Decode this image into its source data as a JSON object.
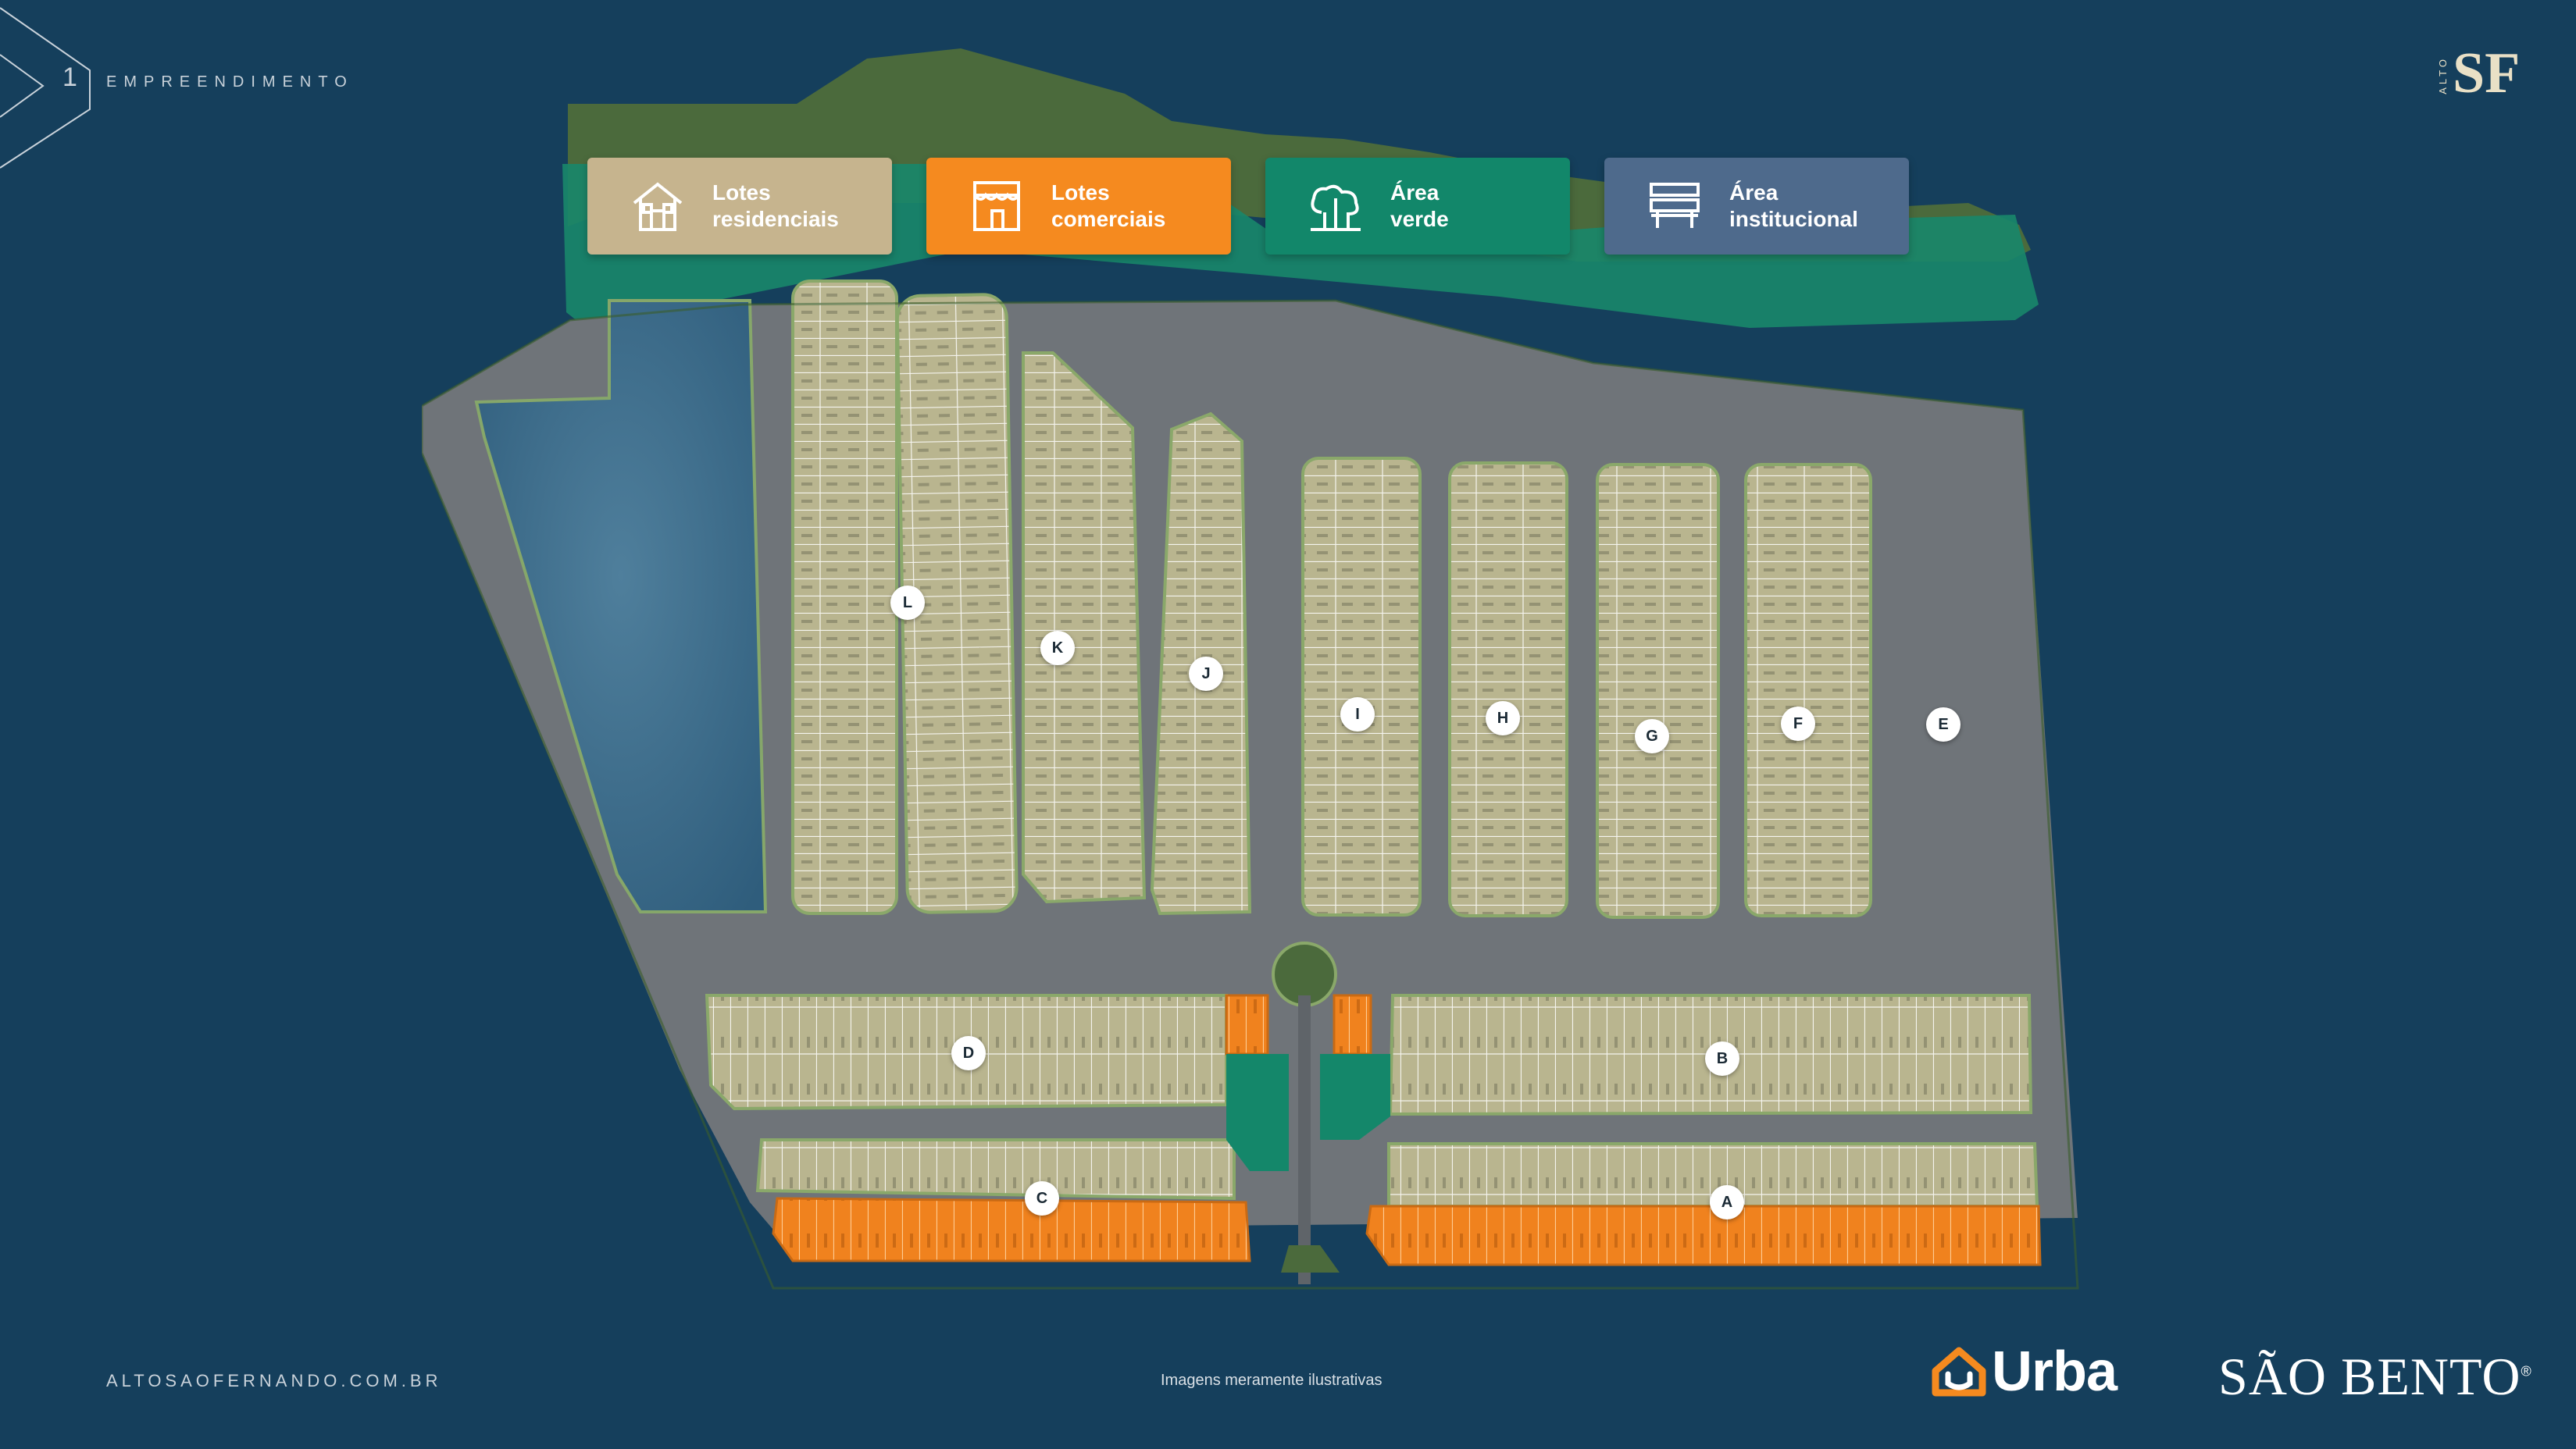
{
  "header": {
    "section_number": "1",
    "section_title": "EMPREENDIMENTO",
    "logo_vertical": "ALTO",
    "logo_main": "SF"
  },
  "legend": [
    {
      "label_line1": "Lotes",
      "label_line2": "residenciais",
      "color": "#c6b48e",
      "icon": "house-icon"
    },
    {
      "label_line1": "Lotes",
      "label_line2": "comerciais",
      "color": "#f58a1f",
      "icon": "storefront-icon"
    },
    {
      "label_line1": "Área",
      "label_line2": "verde",
      "color": "#12876a",
      "icon": "trees-icon"
    },
    {
      "label_line1": "Área",
      "label_line2": "institucional",
      "color": "#4e6a8c",
      "icon": "institution-icon"
    }
  ],
  "map": {
    "blocks": [
      "A",
      "B",
      "C",
      "D",
      "E",
      "F",
      "G",
      "H",
      "I",
      "J",
      "K",
      "L"
    ],
    "colors": {
      "residential": "#b9b58f",
      "commercial": "#f0821e",
      "green": "#14876a",
      "road": "#6f7479",
      "lake": "#3e6f8e",
      "forest": "#3f6b45"
    }
  },
  "footer": {
    "site_url": "ALTOSAOFERNANDO.COM.BR",
    "disclaimer": "Imagens meramente ilustrativas",
    "brand_urba": "Urba",
    "brand_saobento": "SÃO BENTO",
    "registered_mark": "®"
  }
}
